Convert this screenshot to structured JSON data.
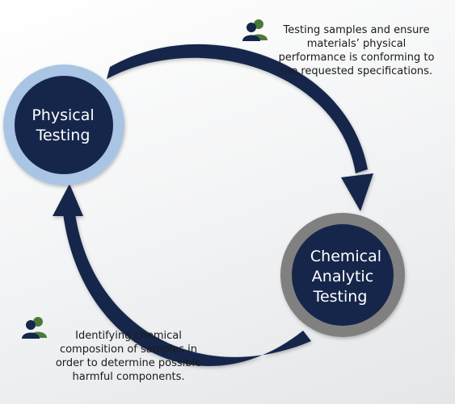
{
  "nodes": {
    "physical": {
      "lines": [
        "Physical",
        "Testing"
      ],
      "ring_color": "#a9c5e3"
    },
    "chemical": {
      "lines": [
        "Chemical",
        "Analytic",
        "Testing"
      ],
      "ring_color": "#808080"
    }
  },
  "notes": {
    "physical": [
      "Testing samples and ensure",
      "materials’ physical",
      "performance is conforming to",
      "the requested specifications."
    ],
    "chemical": [
      "Identifying chemical",
      "composition of samples in",
      "order to determine possible",
      "harmful components."
    ]
  },
  "icons": {
    "physical_note": "users-icon",
    "chemical_note": "users-icon"
  },
  "colors": {
    "node_fill": "#13284b",
    "arrow": "#13284b",
    "user_front": "#13284b",
    "user_back": "#4a7a3a"
  }
}
